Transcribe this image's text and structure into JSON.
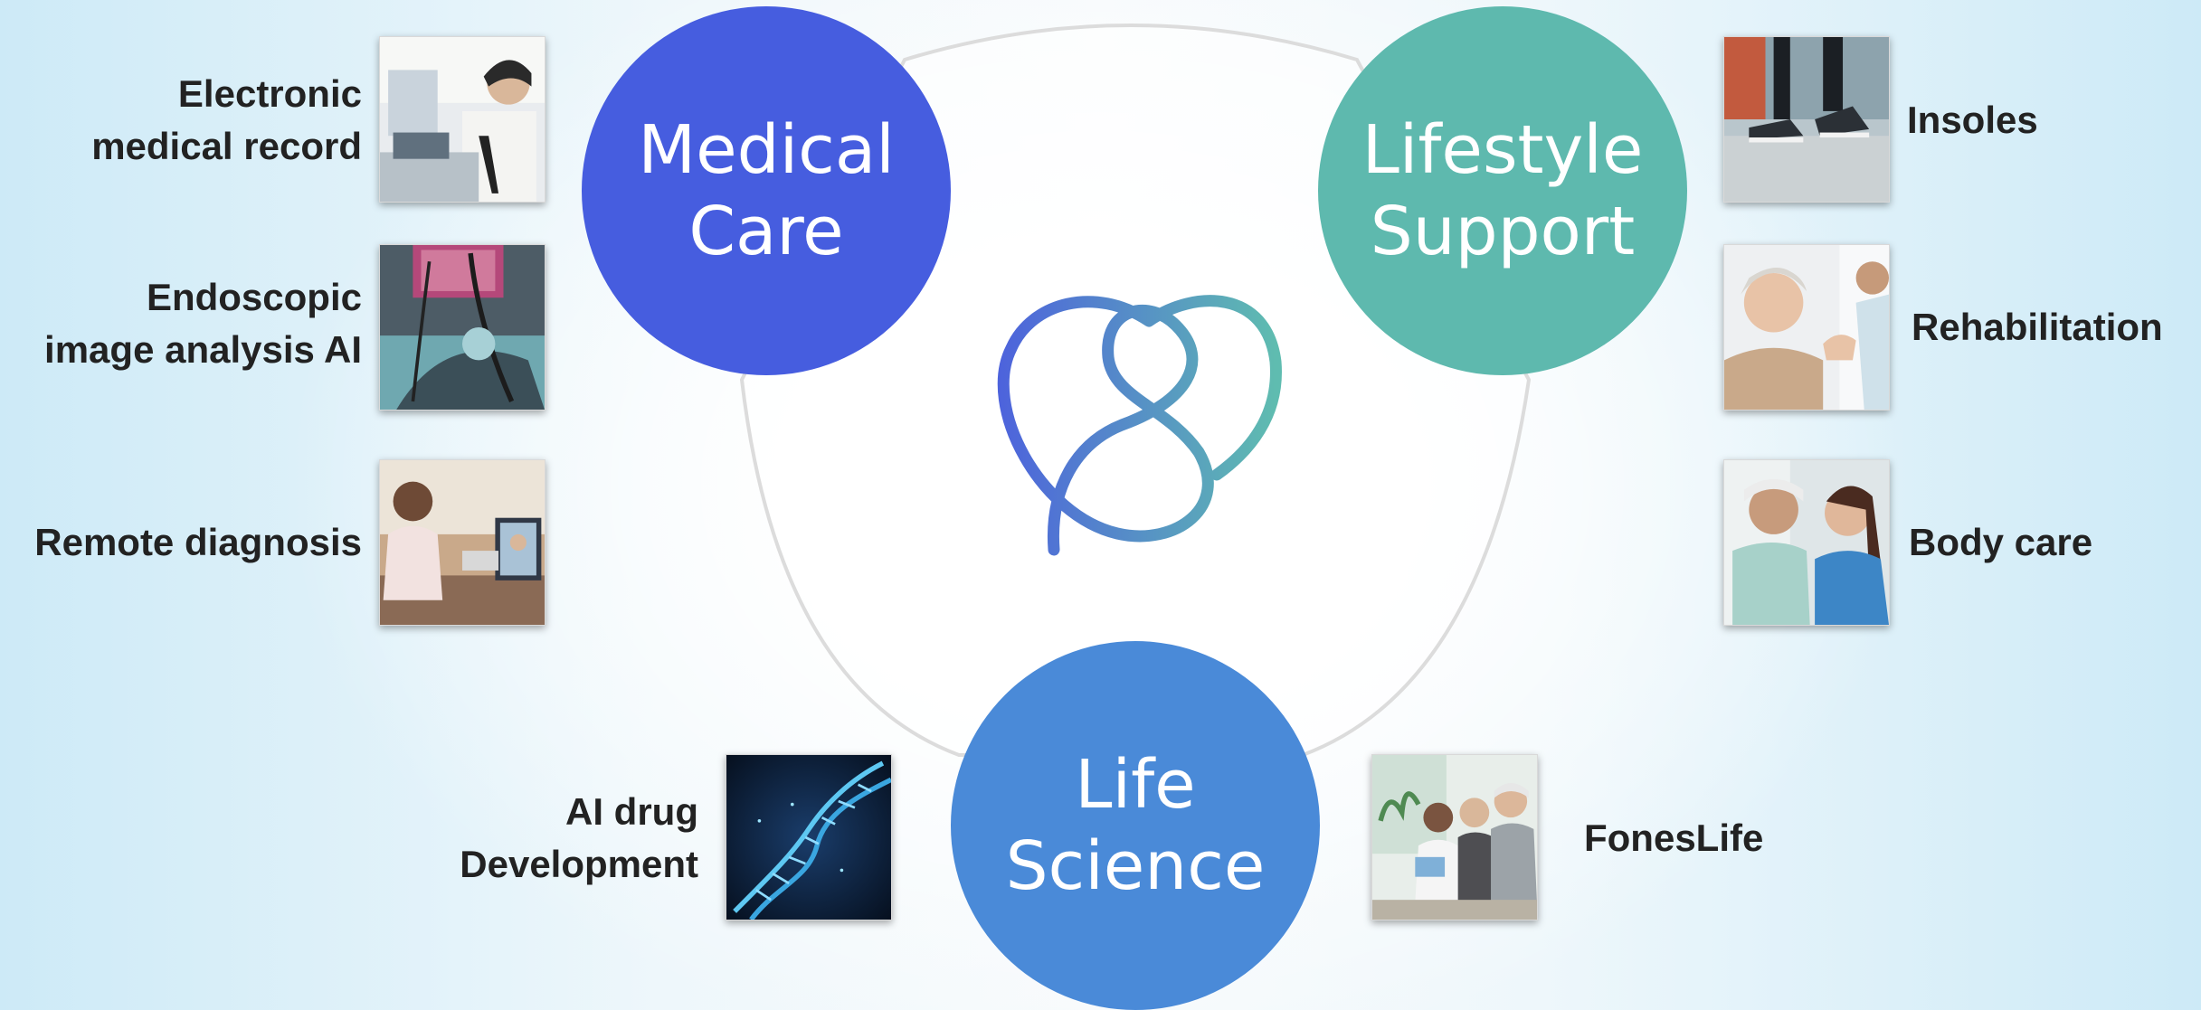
{
  "colors": {
    "medical": "#465ddf",
    "lifestyle": "#5eb9ae",
    "science": "#4a8ad8",
    "logo_start": "#4d63dc",
    "logo_end": "#5fbcb0",
    "label_text": "#222222",
    "outline": "#dcdcdc"
  },
  "categories": {
    "medical": {
      "label": "Medical\nCare"
    },
    "lifestyle": {
      "label": "Lifestyle\nSupport"
    },
    "science": {
      "label": "Life\nScience"
    }
  },
  "logo": {
    "icon": "heart-loop-icon"
  },
  "items": {
    "medical": [
      {
        "label": "Electronic\nmedical record",
        "icon": "doctor-computer-photo"
      },
      {
        "label": "Endoscopic\nimage analysis AI",
        "icon": "endoscopy-procedure-photo"
      },
      {
        "label": "Remote diagnosis",
        "icon": "video-consultation-photo"
      }
    ],
    "lifestyle": [
      {
        "label": "Insoles",
        "icon": "walking-shoes-photo"
      },
      {
        "label": "Rehabilitation",
        "icon": "elderly-care-photo"
      },
      {
        "label": "Body care",
        "icon": "nurse-patient-photo"
      }
    ],
    "science": [
      {
        "label": "AI drug\nDevelopment",
        "icon": "dna-helix-photo"
      },
      {
        "label": "FonesLife",
        "icon": "consultation-group-photo"
      }
    ]
  }
}
